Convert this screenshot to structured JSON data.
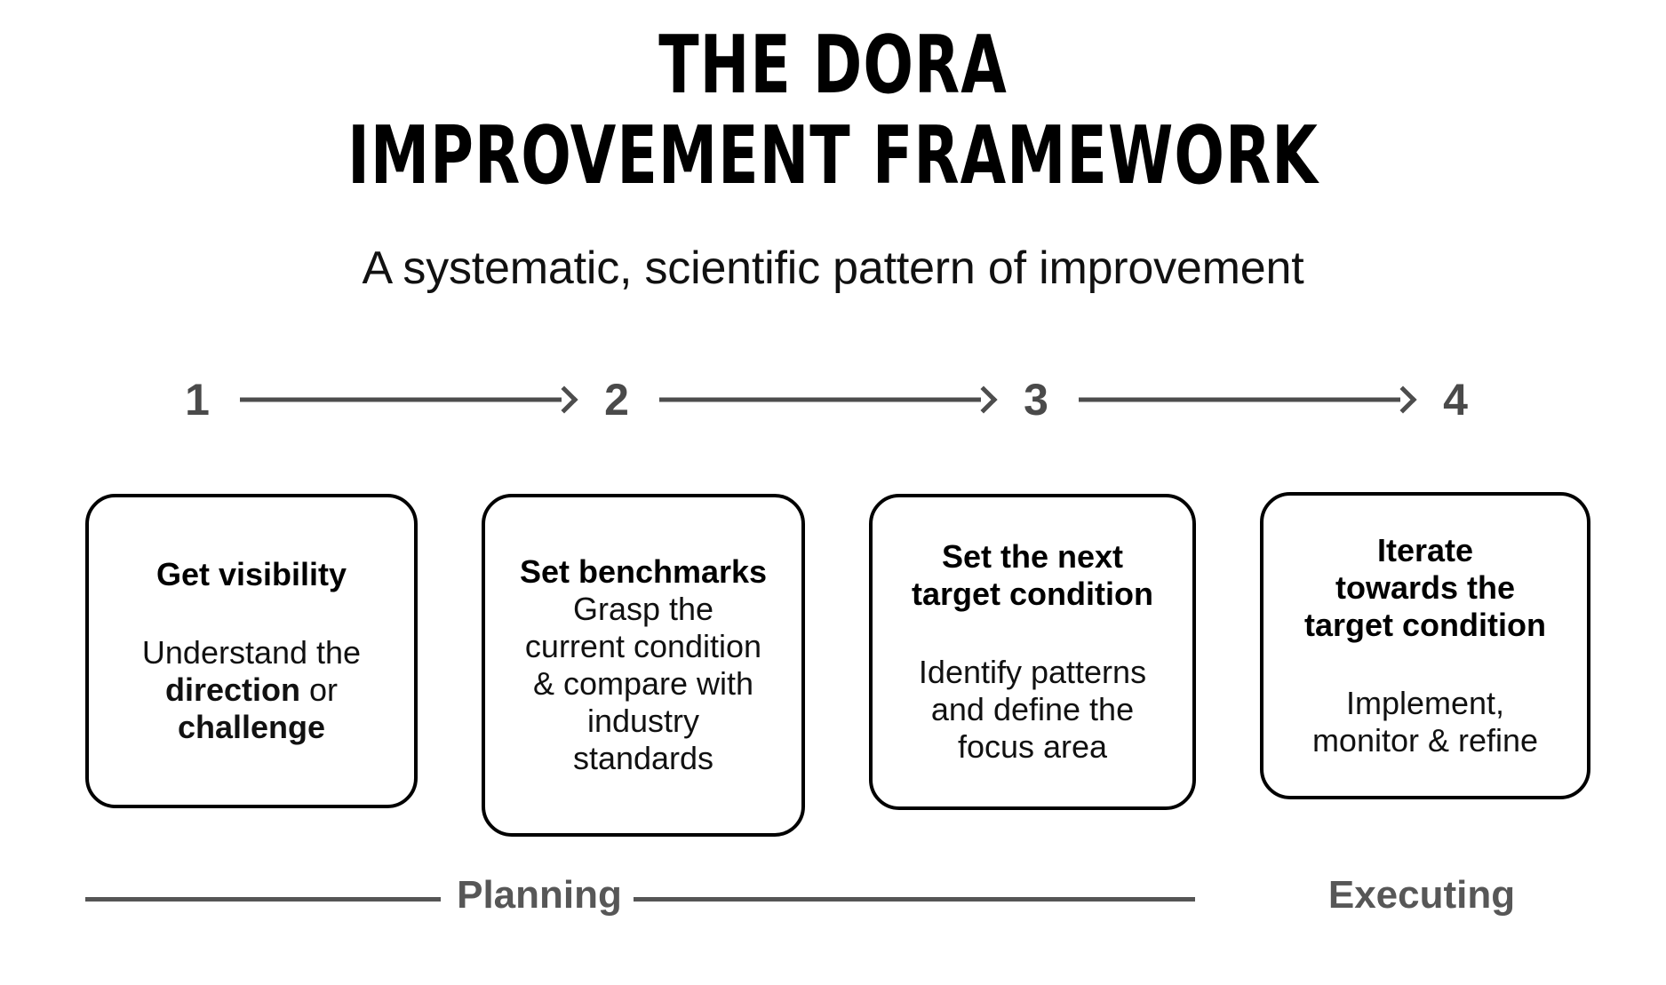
{
  "title": {
    "line1": "THE DORA",
    "line2": "IMPROVEMENT FRAMEWORK"
  },
  "subtitle": "A systematic, scientific pattern of improvement",
  "steps": [
    {
      "number": "1"
    },
    {
      "number": "2"
    },
    {
      "number": "3"
    },
    {
      "number": "4"
    }
  ],
  "cards": [
    {
      "heading": "Get visibility",
      "body_prefix": "Understand the\n",
      "body_bold_1": "direction",
      "body_mid": " or\n",
      "body_bold_2": "challenge",
      "spacer": "big"
    },
    {
      "heading": "Set benchmarks",
      "body": "Grasp the\ncurrent condition\n& compare with\nindustry\nstandards",
      "spacer": "none"
    },
    {
      "heading": "Set the next\ntarget condition",
      "body": "Identify patterns\nand define the\nfocus area",
      "spacer": "big"
    },
    {
      "heading": "Iterate\ntowards the\ntarget condition",
      "body": "Implement,\nmonitor & refine",
      "spacer": "big"
    }
  ],
  "phases": {
    "planning": "Planning",
    "executing": "Executing"
  },
  "colors": {
    "ink": "#000000",
    "arrow_gray": "#4d4d4d",
    "number_gray": "#4a4a4a",
    "phase_gray": "#575757",
    "background": "#ffffff"
  }
}
